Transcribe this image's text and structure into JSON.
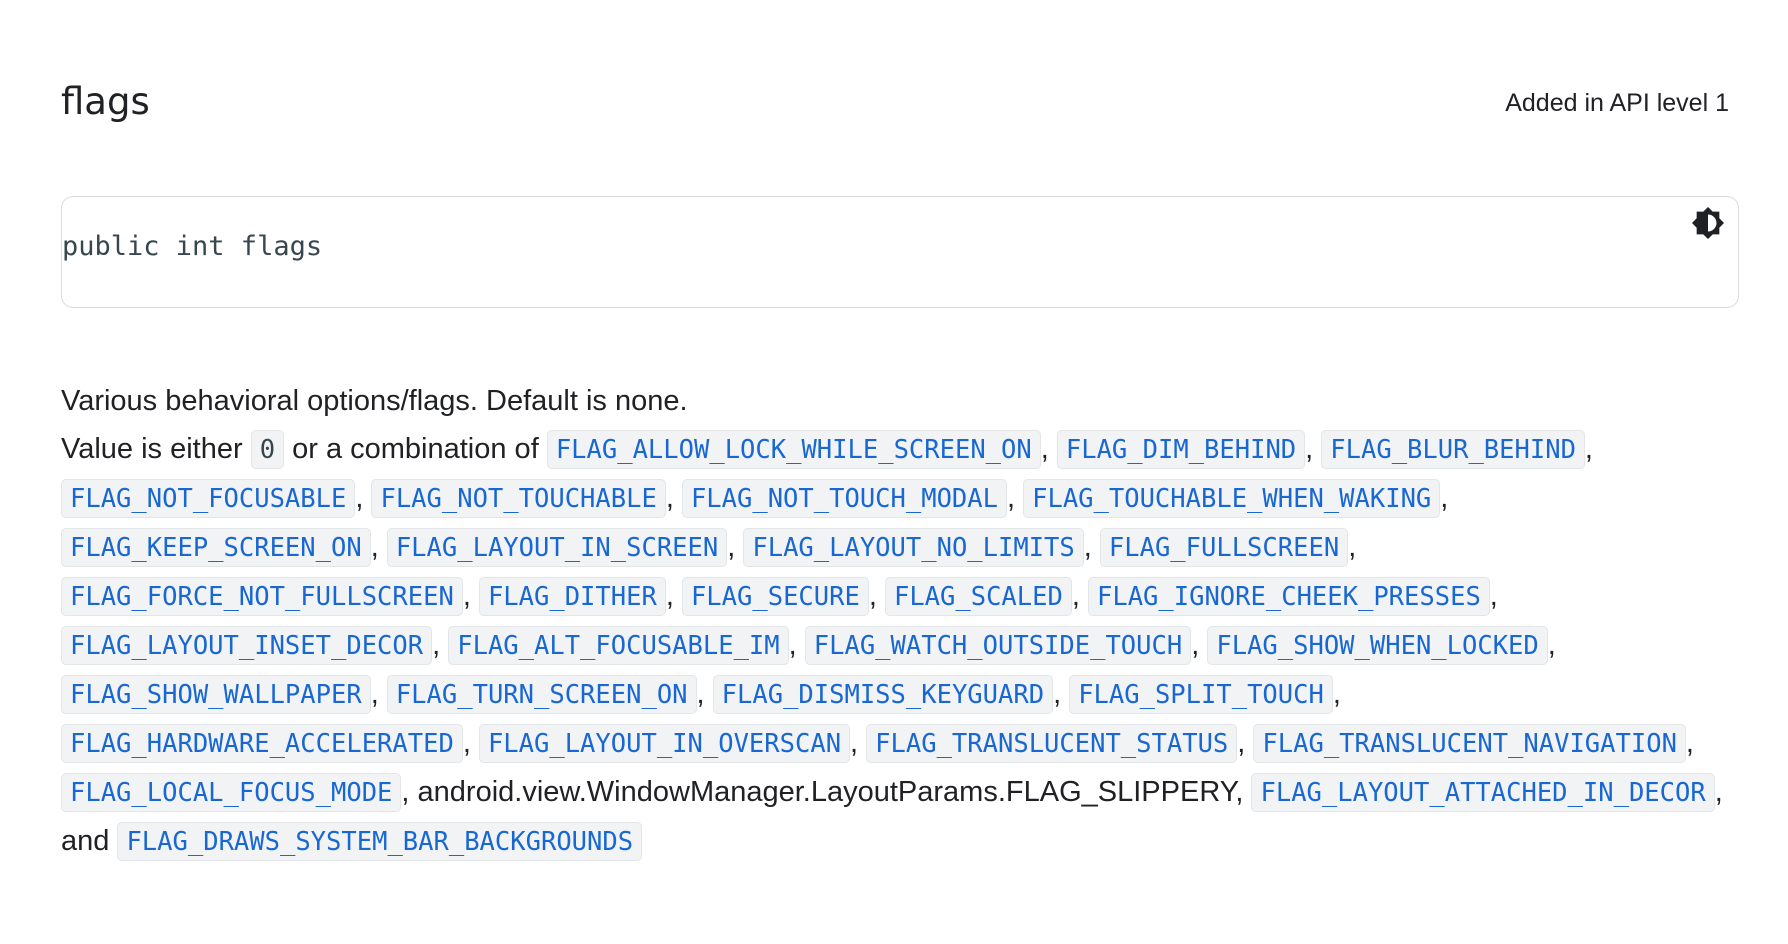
{
  "header": {
    "title": "flags",
    "api_level": "Added in API level 1"
  },
  "code": {
    "signature": "public int flags",
    "theme_toggle_icon": "dark-mode-toggle-icon"
  },
  "description": {
    "line1": "Various behavioral options/flags. Default is none.",
    "prefix": "Value is either ",
    "zero": "0",
    "middle": " or a combination of ",
    "flags": [
      "FLAG_ALLOW_LOCK_WHILE_SCREEN_ON",
      "FLAG_DIM_BEHIND",
      "FLAG_BLUR_BEHIND",
      "FLAG_NOT_FOCUSABLE",
      "FLAG_NOT_TOUCHABLE",
      "FLAG_NOT_TOUCH_MODAL",
      "FLAG_TOUCHABLE_WHEN_WAKING",
      "FLAG_KEEP_SCREEN_ON",
      "FLAG_LAYOUT_IN_SCREEN",
      "FLAG_LAYOUT_NO_LIMITS",
      "FLAG_FULLSCREEN",
      "FLAG_FORCE_NOT_FULLSCREEN",
      "FLAG_DITHER",
      "FLAG_SECURE",
      "FLAG_SCALED",
      "FLAG_IGNORE_CHEEK_PRESSES",
      "FLAG_LAYOUT_INSET_DECOR",
      "FLAG_ALT_FOCUSABLE_IM",
      "FLAG_WATCH_OUTSIDE_TOUCH",
      "FLAG_SHOW_WHEN_LOCKED",
      "FLAG_SHOW_WALLPAPER",
      "FLAG_TURN_SCREEN_ON",
      "FLAG_DISMISS_KEYGUARD",
      "FLAG_SPLIT_TOUCH",
      "FLAG_HARDWARE_ACCELERATED",
      "FLAG_LAYOUT_IN_OVERSCAN",
      "FLAG_TRANSLUCENT_STATUS",
      "FLAG_TRANSLUCENT_NAVIGATION",
      "FLAG_LOCAL_FOCUS_MODE"
    ],
    "plain_flag": "android.view.WindowManager.LayoutParams.FLAG_SLIPPERY",
    "flag_attached": "FLAG_LAYOUT_ATTACHED_IN_DECOR",
    "conjunction": ", and",
    "flag_last": "FLAG_DRAWS_SYSTEM_BAR_BACKGROUNDS",
    "separator": ", "
  },
  "colors": {
    "link": "#1967d2",
    "text": "#202124",
    "code_bg": "#f1f3f4",
    "border": "#dadce0"
  }
}
